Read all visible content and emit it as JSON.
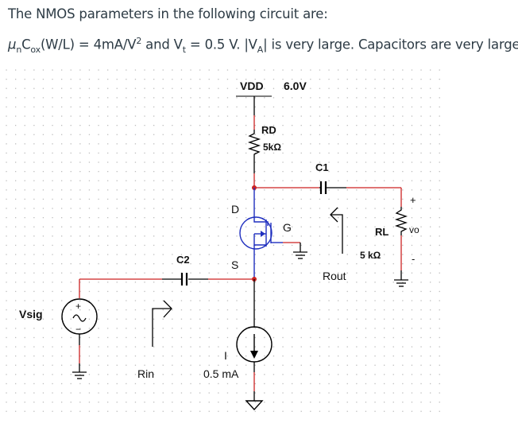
{
  "question": {
    "line1": "The NMOS parameters in the following circuit are:",
    "line2": {
      "mu": "μ",
      "mu_sub": "n",
      "c": "C",
      "c_sub": "ox",
      "wl": "(W/L) = 4mA/V",
      "wl_sup": "2",
      "and_vt": " and V",
      "vt_sub": "t",
      "vt_val": " = 0.5 V. |V",
      "va_sub": "A",
      "rest": "| is very large. Capacitors are very large."
    }
  },
  "circuit": {
    "vdd": {
      "name": "VDD",
      "value": "6.0V"
    },
    "rd": {
      "name": "RD",
      "value": "5kΩ"
    },
    "c1": {
      "name": "C1"
    },
    "c2": {
      "name": "C2"
    },
    "mosfet": {
      "drain": "D",
      "gate": "G",
      "source": "S"
    },
    "rl": {
      "name": "RL",
      "value": "5 kΩ"
    },
    "vo": {
      "name": "vo",
      "plus": "+",
      "minus": "-"
    },
    "rout": "Rout",
    "rin": "Rin",
    "vsig": {
      "name": "Vsig",
      "plus": "+",
      "minus": "−"
    },
    "current_source": {
      "name": "I",
      "value": "0.5 mA"
    },
    "colors": {
      "wire": "#000000",
      "highlight": "#cc2222",
      "mosfet": "#1f2fbf",
      "grid": "#bdbdbd"
    }
  }
}
